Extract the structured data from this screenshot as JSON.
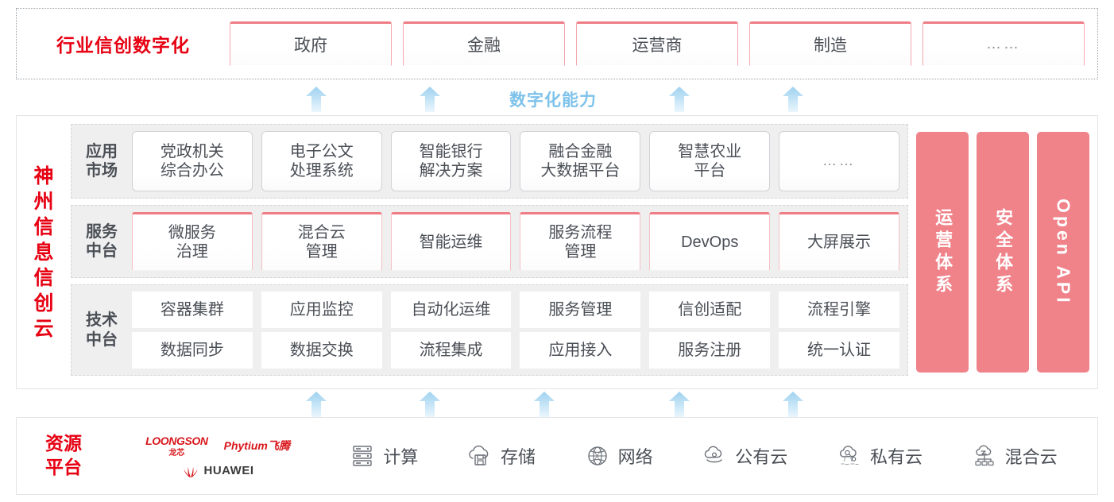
{
  "industry": {
    "title": "行业信创数字化",
    "cards": [
      {
        "label": "政府",
        "name": "industry-card-government"
      },
      {
        "label": "金融",
        "name": "industry-card-finance"
      },
      {
        "label": "运营商",
        "name": "industry-card-carrier"
      },
      {
        "label": "制造",
        "name": "industry-card-manufacturing"
      },
      {
        "label": "……",
        "name": "industry-card-more"
      }
    ]
  },
  "capability": {
    "label": "数字化能力",
    "color": "#7EC2EA",
    "arrow_count_upper": 4,
    "arrow_count_lower": 5
  },
  "cloud": {
    "title_chars": [
      "神",
      "州",
      "信",
      "息",
      "信",
      "创",
      "云"
    ],
    "tiers": [
      {
        "key": "app-market",
        "label": "应用\n市场",
        "label_line1": "应用",
        "label_line2": "市场",
        "items": [
          {
            "label": "党政机关\n综合办公",
            "l1": "党政机关",
            "l2": "综合办公"
          },
          {
            "label": "电子公文\n处理系统",
            "l1": "电子公文",
            "l2": "处理系统"
          },
          {
            "label": "智能银行\n解决方案",
            "l1": "智能银行",
            "l2": "解决方案"
          },
          {
            "label": "融合金融\n大数据平台",
            "l1": "融合金融",
            "l2": "大数据平台"
          },
          {
            "label": "智慧农业\n平台",
            "l1": "智慧农业",
            "l2": "平台"
          },
          {
            "label": "……",
            "l1": "……",
            "l2": ""
          }
        ]
      },
      {
        "key": "service-platform",
        "label_line1": "服务",
        "label_line2": "中台",
        "items": [
          {
            "l1": "微服务",
            "l2": "治理"
          },
          {
            "l1": "混合云",
            "l2": "管理"
          },
          {
            "l1": "智能运维",
            "l2": ""
          },
          {
            "l1": "服务流程",
            "l2": "管理"
          },
          {
            "l1": "DevOps",
            "l2": ""
          },
          {
            "l1": "大屏展示",
            "l2": ""
          }
        ]
      },
      {
        "key": "tech-platform",
        "label_line1": "技术",
        "label_line2": "中台",
        "row1": [
          "容器集群",
          "应用监控",
          "自动化运维",
          "服务管理",
          "信创适配",
          "流程引擎"
        ],
        "row2": [
          "数据同步",
          "数据交换",
          "流程集成",
          "应用接入",
          "服务注册",
          "统一认证"
        ]
      }
    ],
    "pillars": [
      {
        "label": "运营体系",
        "name": "pillar-operations",
        "latin": false
      },
      {
        "label": "安全体系",
        "name": "pillar-security",
        "latin": false
      },
      {
        "label": "Open API",
        "name": "pillar-open-api",
        "latin": true
      }
    ],
    "pillar_color": "#F08289"
  },
  "resource": {
    "title_line1": "资源",
    "title_line2": "平台",
    "vendors": [
      {
        "name": "loongson",
        "en": "LOONGSON",
        "cn": "龙芯"
      },
      {
        "name": "phytium",
        "en": "Phytium飞腾"
      },
      {
        "name": "huawei",
        "en": "HUAWEI"
      }
    ],
    "items": [
      {
        "label": "计算",
        "icon": "server-rack-icon"
      },
      {
        "label": "存储",
        "icon": "cloud-storage-icon"
      },
      {
        "label": "网络",
        "icon": "network-globe-icon"
      },
      {
        "label": "公有云",
        "icon": "public-cloud-icon"
      },
      {
        "label": "私有云",
        "icon": "private-cloud-icon"
      },
      {
        "label": "混合云",
        "icon": "hybrid-cloud-icon"
      }
    ]
  }
}
